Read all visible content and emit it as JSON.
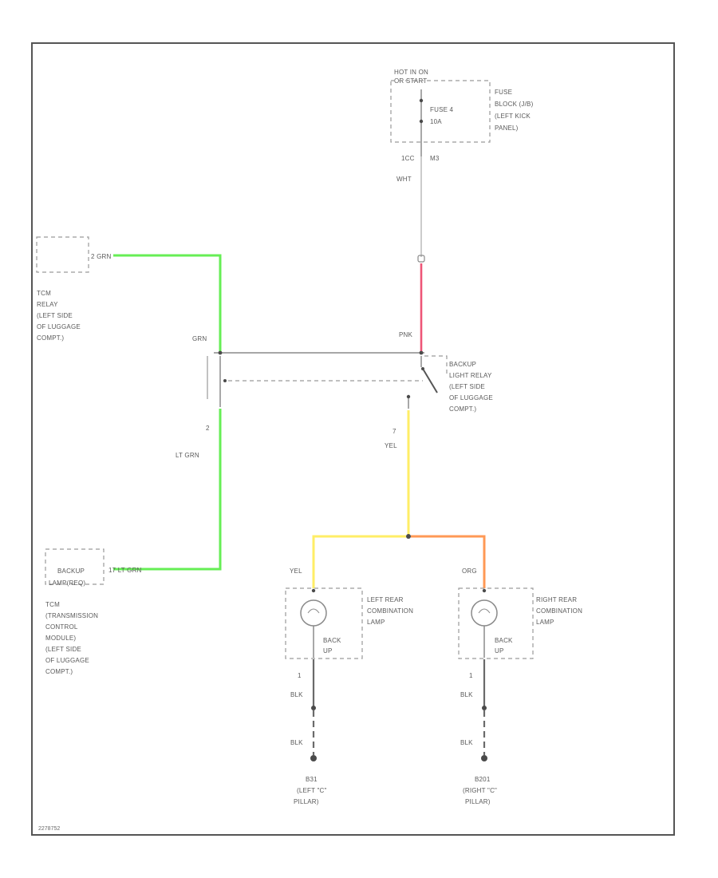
{
  "colors": {
    "border": "#555555",
    "wire_grn": "#66ee55",
    "wire_lt_grn": "#66ee55",
    "wire_pnk": "#ee5577",
    "wire_yel": "#ffee66",
    "wire_org": "#ff9955",
    "wire_blk": "#6a6a6a",
    "wire_wht": "#bbbbbb"
  },
  "fuse_block": {
    "hot_line1": "HOT IN ON",
    "hot_line2": "OR START",
    "fuse_name": "FUSE 4",
    "fuse_rating": "10A",
    "desc_line1": "FUSE",
    "desc_line2": "BLOCK (J/B)",
    "desc_line3": "(LEFT KICK",
    "desc_line4": "PANEL)",
    "pin_left": "1CC",
    "pin_right": "M3"
  },
  "wires": {
    "wht": "WHT",
    "pnk": "PNK",
    "grn": "GRN",
    "grn_tcm": "2  GRN",
    "lt_grn": "LT GRN",
    "lt_grn_tcm": "17  LT GRN",
    "yel_relay": "YEL",
    "yel_left": "YEL",
    "org_right": "ORG",
    "blk_left_1": "BLK",
    "blk_left_2": "BLK",
    "blk_right_1": "BLK",
    "blk_right_2": "BLK"
  },
  "pins": {
    "relay_2": "2",
    "relay_7": "7",
    "left_lamp_1": "1",
    "right_lamp_1": "1"
  },
  "tcm_relay": {
    "line1": "TCM",
    "line2": "RELAY",
    "line3": "(LEFT SIDE",
    "line4": "OF LUGGAGE",
    "line5": "COMPT.)"
  },
  "backup_relay": {
    "line1": "BACKUP",
    "line2": "LIGHT RELAY",
    "line3": "(LEFT SIDE",
    "line4": "OF LUGGAGE",
    "line5": "COMPT.)"
  },
  "tcm": {
    "box_line1": "BACKUP",
    "box_line2": "LAMP(REQ)",
    "line1": "TCM",
    "line2": "(TRANSMISSION",
    "line3": "CONTROL",
    "line4": "MODULE)",
    "line5": "(LEFT SIDE",
    "line6": "OF LUGGAGE",
    "line7": "COMPT.)"
  },
  "left_lamp": {
    "line1": "LEFT REAR",
    "line2": "COMBINATION",
    "line3": "LAMP",
    "back": "BACK",
    "up": "UP"
  },
  "right_lamp": {
    "line1": "RIGHT REAR",
    "line2": "COMBINATION",
    "line3": "LAMP",
    "back": "BACK",
    "up": "UP"
  },
  "left_ground": {
    "line1": "B31",
    "line2": "(LEFT \"C\"",
    "line3": "PILLAR)"
  },
  "right_ground": {
    "line1": "B201",
    "line2": "(RIGHT \"C\"",
    "line3": "PILLAR)"
  },
  "footer_code": "2278752"
}
